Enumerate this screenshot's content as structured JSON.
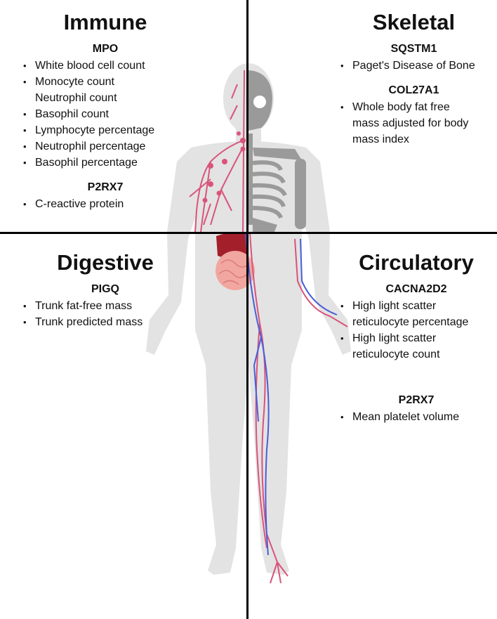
{
  "quadrants": {
    "immune": {
      "title": "Immune",
      "genes": [
        {
          "name": "MPO",
          "traits": [
            {
              "text": "White blood cell count",
              "bullet": true
            },
            {
              "text": "Monocyte count",
              "bullet": true
            },
            {
              "text": "Neutrophil count",
              "bullet": false
            },
            {
              "text": "Basophil count",
              "bullet": true
            },
            {
              "text": "Lymphocyte percentage",
              "bullet": true
            },
            {
              "text": "Neutrophil percentage",
              "bullet": true
            },
            {
              "text": "Basophil percentage",
              "bullet": true
            }
          ]
        },
        {
          "name": "P2RX7",
          "traits": [
            {
              "text": "C-reactive protein",
              "bullet": true
            }
          ]
        }
      ]
    },
    "skeletal": {
      "title": "Skeletal",
      "genes": [
        {
          "name": "SQSTM1",
          "traits": [
            {
              "text": "Paget's Disease of Bone",
              "bullet": true
            }
          ]
        },
        {
          "name": "COL27A1",
          "traits": [
            {
              "text": "Whole body fat free",
              "bullet": true
            },
            {
              "text": "mass adjusted for body",
              "bullet": false
            },
            {
              "text": "mass index",
              "bullet": false
            }
          ]
        }
      ]
    },
    "digestive": {
      "title": "Digestive",
      "genes": [
        {
          "name": "PIGQ",
          "traits": [
            {
              "text": "Trunk fat-free mass",
              "bullet": true
            },
            {
              "text": "Trunk predicted mass",
              "bullet": true
            }
          ]
        }
      ]
    },
    "circulatory": {
      "title": "Circulatory",
      "genes": [
        {
          "name": "CACNA2D2",
          "traits": [
            {
              "text": "High light scatter",
              "bullet": true
            },
            {
              "text": "reticulocyte percentage",
              "bullet": false
            },
            {
              "text": "High light scatter",
              "bullet": true
            },
            {
              "text": "reticulocyte count",
              "bullet": false
            }
          ]
        },
        {
          "name": "P2RX7",
          "traits": [
            {
              "text": "Mean platelet volume",
              "bullet": true
            }
          ]
        }
      ]
    }
  },
  "colors": {
    "silhouette": "#e3e3e3",
    "artery": "#d9547a",
    "vein": "#4a5ed8",
    "bone": "#9a9a9a",
    "liver": "#a3202a",
    "intestine": "#f2a6a0",
    "divider": "#000000"
  },
  "illustration": {
    "icon": "human-body-anatomy-icon"
  }
}
